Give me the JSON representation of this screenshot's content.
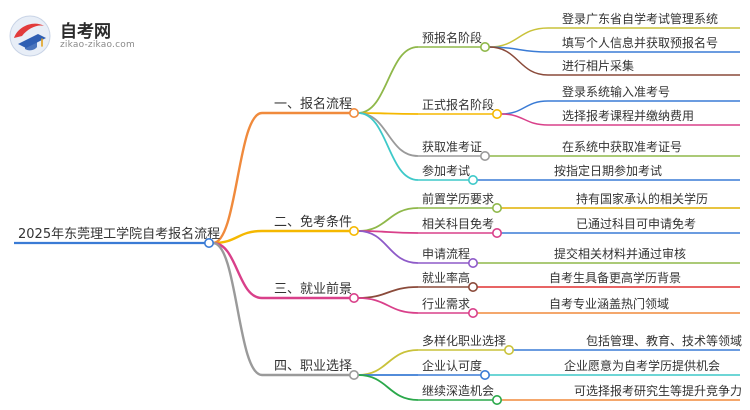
{
  "logo": {
    "name": "自考网",
    "domain": "zikao-zikao.com"
  },
  "root": {
    "label": "2025年东莞理工学院自考报名流程"
  },
  "colors": {
    "root_line": "#3a7bd5"
  },
  "branches": [
    {
      "label": "一、报名流程",
      "color": "#f08a3c",
      "children": [
        {
          "label": "预报名阶段",
          "color": "#8fb84a",
          "leaves": [
            {
              "label": "登录广东省自学考试管理系统",
              "color": "#c9c23a"
            },
            {
              "label": "填写个人信息并获取预报名号",
              "color": "#3a7bd5"
            },
            {
              "label": "进行相片采集",
              "color": "#8a4a3a"
            }
          ]
        },
        {
          "label": "正式报名阶段",
          "color": "#f5b800",
          "leaves": [
            {
              "label": "登录系统输入准考号",
              "color": "#3a7bd5"
            },
            {
              "label": "选择报考课程并缴纳费用",
              "color": "#d9408a"
            }
          ]
        },
        {
          "label": "获取准考证",
          "color": "#9a9a9a",
          "leaves": [
            {
              "label": "在系统中获取准考证号",
              "color": "#8fb84a"
            }
          ]
        },
        {
          "label": "参加考试",
          "color": "#3ec9c9",
          "leaves": [
            {
              "label": "按指定日期参加考试",
              "color": "#3a7bd5"
            }
          ]
        }
      ]
    },
    {
      "label": "二、免考条件",
      "color": "#f5b800",
      "children": [
        {
          "label": "前置学历要求",
          "color": "#8fb84a",
          "leaves": [
            {
              "label": "持有国家承认的相关学历",
              "color": "#e0b000"
            }
          ]
        },
        {
          "label": "相关科目免考",
          "color": "#d9408a",
          "leaves": [
            {
              "label": "已通过科目可申请免考",
              "color": "#3a7bd5"
            }
          ]
        },
        {
          "label": "申请流程",
          "color": "#8e5ac8",
          "leaves": [
            {
              "label": "提交相关材料并通过审核",
              "color": "#8fb84a"
            }
          ]
        }
      ]
    },
    {
      "label": "三、就业前景",
      "color": "#d9408a",
      "children": [
        {
          "label": "就业率高",
          "color": "#8a4a3a",
          "leaves": [
            {
              "label": "自考生具备更高学历背景",
              "color": "#e03030"
            }
          ]
        },
        {
          "label": "行业需求",
          "color": "#d9408a",
          "leaves": [
            {
              "label": "自考专业涵盖热门领域",
              "color": "#f08a3c"
            }
          ]
        }
      ]
    },
    {
      "label": "四、职业选择",
      "color": "#9a9a9a",
      "children": [
        {
          "label": "多样化职业选择",
          "color": "#c9c23a",
          "leaves": [
            {
              "label": "包括管理、教育、技术等领域",
              "color": "#3a7bd5"
            }
          ]
        },
        {
          "label": "企业认可度",
          "color": "#3a7bd5",
          "leaves": [
            {
              "label": "企业愿意为自考学历提供机会",
              "color": "#3ec9c9"
            }
          ]
        },
        {
          "label": "继续深造机会",
          "color": "#2aa84a",
          "leaves": [
            {
              "label": "可选择报考研究生等提升竞争力",
              "color": "#f08a3c"
            }
          ]
        }
      ]
    }
  ]
}
